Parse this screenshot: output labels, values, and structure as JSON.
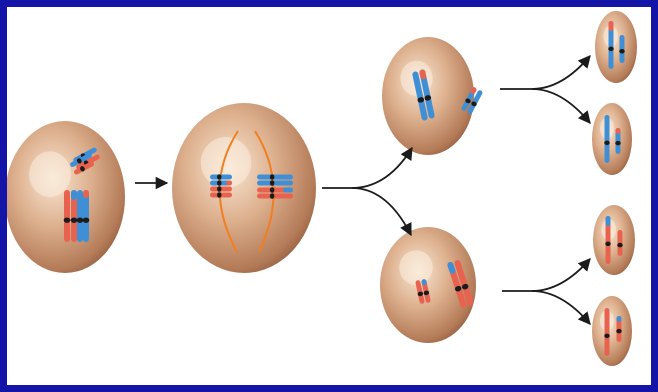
{
  "colors": {
    "frame": "#1414a8",
    "background": "#ffffff",
    "cell_light": "#f4dcc2",
    "cell_mid": "#d8a27d",
    "cell_dark": "#a86f4e",
    "chromatid_red": "#e8634f",
    "chromatid_blue": "#3f8fd6",
    "centromere": "#1b1b1b",
    "spindle": "#ef7f22",
    "arrow": "#1b1b1b"
  },
  "stages": [
    {
      "id": "parent-cell",
      "label": ""
    },
    {
      "id": "metaphase-cell",
      "label": ""
    },
    {
      "id": "daughter-cell-top",
      "label": ""
    },
    {
      "id": "daughter-cell-bottom",
      "label": ""
    },
    {
      "id": "gamete-1",
      "label": ""
    },
    {
      "id": "gamete-2",
      "label": ""
    },
    {
      "id": "gamete-3",
      "label": ""
    },
    {
      "id": "gamete-4",
      "label": ""
    }
  ],
  "icons": {
    "arrow": "arrow-right-icon",
    "fork": "branching-arrow-icon",
    "chromosome": "chromosome-icon",
    "spindle": "spindle-fiber-icon"
  }
}
